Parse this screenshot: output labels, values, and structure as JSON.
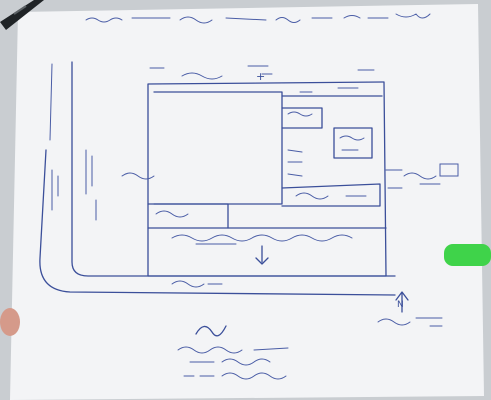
{
  "header": {
    "title": ""
  },
  "map": {
    "north_arrow": "N",
    "rooms": [
      {
        "id": "main-hall",
        "label": ""
      },
      {
        "id": "room-right-top",
        "label": ""
      },
      {
        "id": "room-right-small",
        "label": ""
      },
      {
        "id": "corridor",
        "label": ""
      },
      {
        "id": "room-bottom-left",
        "label": ""
      },
      {
        "id": "front-strip",
        "label": ""
      }
    ],
    "road_label_bottom": "",
    "road_label_left": ""
  },
  "signature": {
    "line_1": "",
    "line_2": "",
    "line_3": "",
    "mobile": ""
  }
}
